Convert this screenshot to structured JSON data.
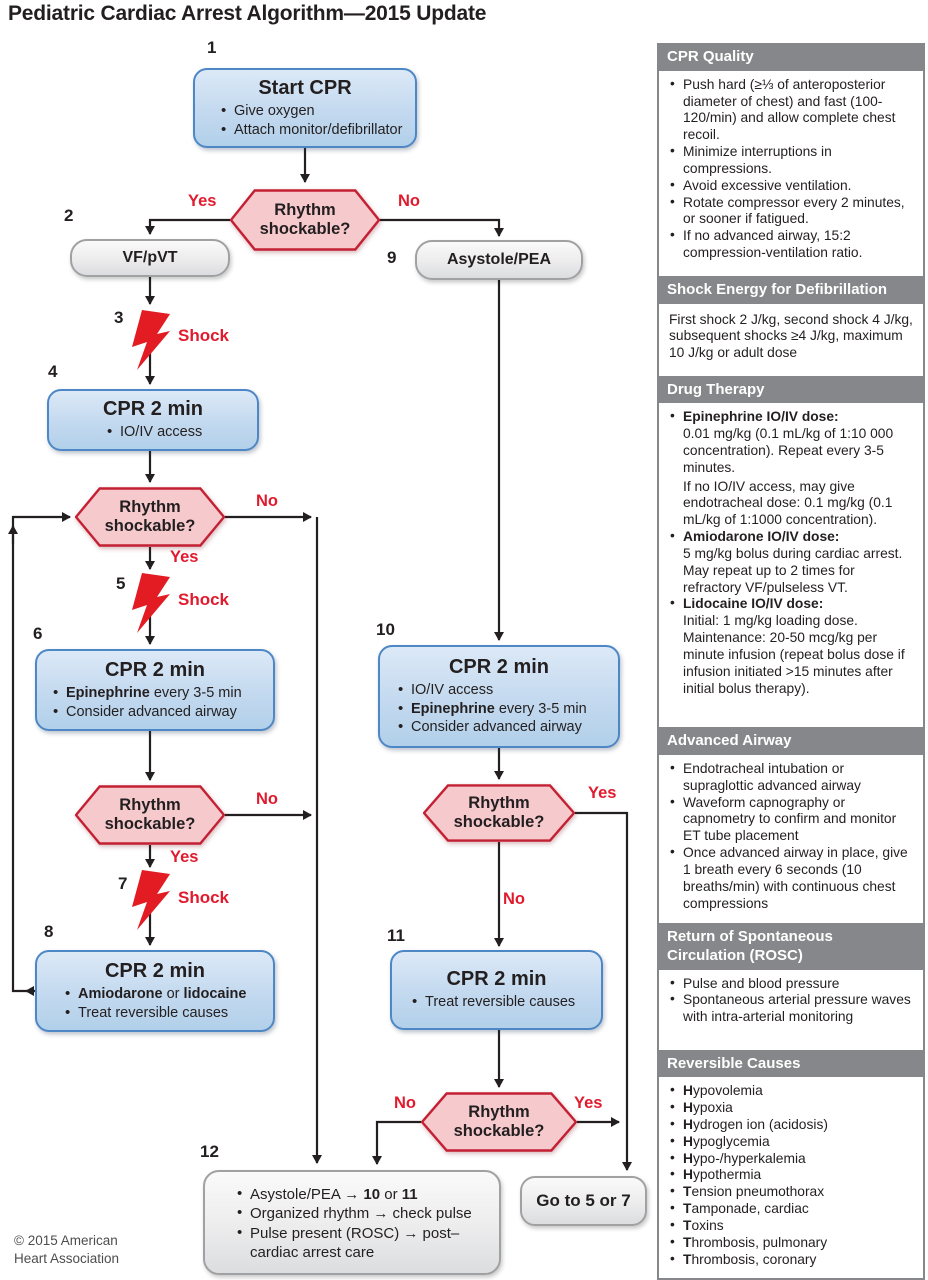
{
  "page": {
    "title": "Pediatric Cardiac Arrest Algorithm—2015 Update",
    "copyright_line1": "© 2015 American",
    "copyright_line2": "Heart Association"
  },
  "colors": {
    "box_blue_border": "#4e87c5",
    "hexagon_border": "#c32033",
    "accent_red": "#e11b2e",
    "sidebar_gray": "#85878a"
  },
  "labels": {
    "yes": "Yes",
    "no": "No",
    "shock": "Shock"
  },
  "decision": {
    "line1": "Rhythm",
    "line2": "shockable?"
  },
  "flow": {
    "box1": {
      "number": "1",
      "title": "Start CPR",
      "b1": "Give oxygen",
      "b2": "Attach monitor/defibrillator"
    },
    "box2": {
      "number": "2",
      "label": "VF/pVT"
    },
    "box9": {
      "number": "9",
      "label": "Asystole/PEA"
    },
    "shock3": {
      "number": "3"
    },
    "box4": {
      "number": "4",
      "title": "CPR 2 min",
      "b1": "IO/IV access"
    },
    "shock5": {
      "number": "5"
    },
    "box6": {
      "number": "6",
      "title": "CPR 2 min",
      "b1_bold": "Epinephrine",
      "b1_rest": " every 3-5 min",
      "b2": "Consider advanced airway"
    },
    "shock7": {
      "number": "7"
    },
    "box8": {
      "number": "8",
      "title": "CPR 2 min",
      "b1_bold1": "Amiodarone",
      "b1_mid": " or ",
      "b1_bold2": "lidocaine",
      "b2": "Treat reversible causes"
    },
    "box10": {
      "number": "10",
      "title": "CPR 2 min",
      "b1": "IO/IV access",
      "b2_bold": "Epinephrine",
      "b2_rest": " every 3-5 min",
      "b3": "Consider advanced airway"
    },
    "box11": {
      "number": "11",
      "title": "CPR 2 min",
      "b1": "Treat reversible causes"
    },
    "box12": {
      "number": "12",
      "b1_pre": "Asystole/PEA → ",
      "b1_bold1": "10",
      "b1_mid": " or ",
      "b1_bold2": "11",
      "b2": "Organized rhythm → check pulse",
      "b3": "Pulse present (ROSC) → post–cardiac arrest care"
    },
    "goto_box": {
      "label": "Go to 5 or 7"
    }
  },
  "sidebar": {
    "cpr_quality": {
      "title": "CPR Quality",
      "items": [
        "Push hard (≥⅓ of anteroposterior diameter of chest) and fast (100-120/min) and allow complete chest recoil.",
        "Minimize interruptions in compressions.",
        "Avoid excessive ventilation.",
        "Rotate compressor every 2 minutes, or sooner if fatigued.",
        "If no advanced airway, 15:2 compression-ventilation ratio."
      ]
    },
    "shock_energy": {
      "title": "Shock Energy for Defibrillation",
      "text": "First shock 2 J/kg, second shock 4 J/kg, subsequent shocks ≥4 J/kg, maximum 10 J/kg or adult dose"
    },
    "drug_therapy": {
      "title": "Drug Therapy",
      "items": [
        {
          "lead": "Epinephrine IO/IV dose:",
          "text": "0.01 mg/kg (0.1 mL/kg of 1:10 000 concentration). Repeat every 3-5 minutes.",
          "text2": "If no IO/IV access, may give endotracheal dose: 0.1 mg/kg (0.1 mL/kg of 1:1000 concentration)."
        },
        {
          "lead": "Amiodarone IO/IV dose:",
          "text": "5 mg/kg bolus during cardiac arrest. May repeat up to 2 times for refractory VF/pulseless VT."
        },
        {
          "lead": "Lidocaine IO/IV dose:",
          "text": "Initial: 1 mg/kg loading dose. Maintenance: 20-50 mcg/kg per minute infusion (repeat bolus dose if infusion initiated >15 minutes after initial bolus therapy)."
        }
      ]
    },
    "advanced_airway": {
      "title": "Advanced Airway",
      "items": [
        "Endotracheal intubation or supraglottic advanced airway",
        "Waveform capnography or capnometry to confirm and monitor ET tube placement",
        "Once advanced airway in place, give 1 breath every 6 seconds (10 breaths/min) with continuous chest compressions"
      ]
    },
    "rosc": {
      "title_line1": "Return of Spontaneous",
      "title_line2": "Circulation (ROSC)",
      "items": [
        "Pulse and blood pressure",
        "Spontaneous arterial pressure waves with intra-arterial monitoring"
      ]
    },
    "reversible_causes": {
      "title": "Reversible Causes",
      "items": [
        {
          "b": "H",
          "rest": "ypovolemia"
        },
        {
          "b": "H",
          "rest": "ypoxia"
        },
        {
          "b": "H",
          "rest": "ydrogen ion (acidosis)"
        },
        {
          "b": "H",
          "rest": "ypoglycemia"
        },
        {
          "b": "H",
          "rest": "ypo-/hyperkalemia"
        },
        {
          "b": "H",
          "rest": "ypothermia"
        },
        {
          "b": "T",
          "rest": "ension pneumothorax"
        },
        {
          "b": "T",
          "rest": "amponade, cardiac"
        },
        {
          "b": "T",
          "rest": "oxins"
        },
        {
          "b": "T",
          "rest": "hrombosis, pulmonary"
        },
        {
          "b": "T",
          "rest": "hrombosis, coronary"
        }
      ]
    }
  }
}
